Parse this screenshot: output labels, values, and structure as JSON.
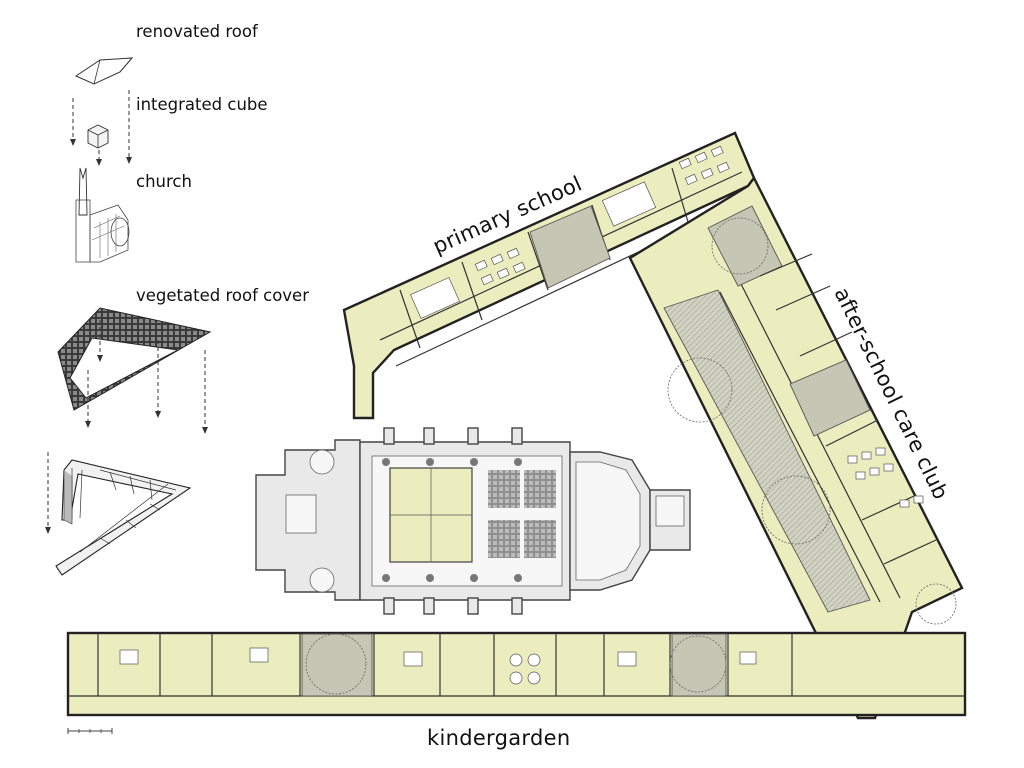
{
  "legend": {
    "items": [
      {
        "label": "renovated roof",
        "icon": "roof-icon"
      },
      {
        "label": "integrated cube",
        "icon": "cube-icon"
      },
      {
        "label": "church",
        "icon": "church-icon"
      },
      {
        "label": "vegetated roof cover",
        "icon": "vegetated-roof-icon"
      }
    ]
  },
  "plan": {
    "labels": {
      "primary_school": "primary school",
      "after_school": "after-school care club",
      "kindergarden": "kindergarden"
    }
  },
  "colors": {
    "wing_fill": "#ecedbf",
    "courtyard_fill": "#c6c6b4",
    "church_fill": "#e9e9e9",
    "line": "#222222"
  }
}
